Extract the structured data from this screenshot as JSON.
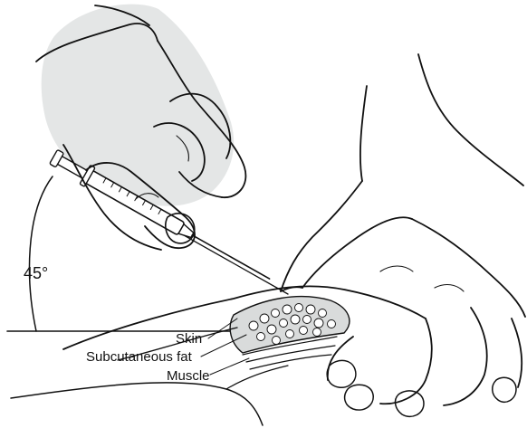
{
  "diagram": {
    "angle_label": "45°",
    "labels": {
      "skin": "Skin",
      "subcutaneous_fat": "Subcutaneous fat",
      "muscle": "Muscle"
    }
  },
  "colors": {
    "line": "#111111",
    "shadow": "#e4e6e6",
    "fat_fill": "#d9dbdb",
    "background": "#ffffff"
  }
}
